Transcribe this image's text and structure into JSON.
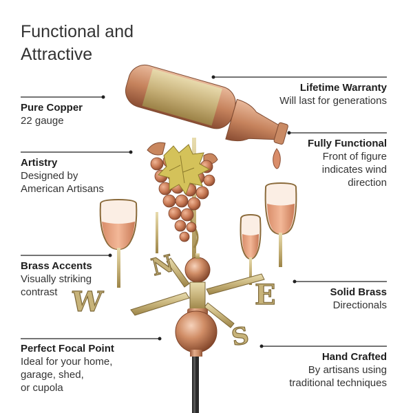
{
  "title": {
    "line1": "Functional and",
    "line2": "Attractive"
  },
  "features": {
    "lifetime_warranty": {
      "title": "Lifetime Warranty",
      "desc": [
        "Will last for generations"
      ]
    },
    "pure_copper": {
      "title": "Pure Copper",
      "desc": [
        "22 gauge"
      ]
    },
    "fully_functional": {
      "title": "Fully Functional",
      "desc": [
        "Front of figure",
        "indicates wind",
        "direction"
      ]
    },
    "artistry": {
      "title": "Artistry",
      "desc": [
        "Designed by",
        "American Artisans"
      ]
    },
    "brass_accents": {
      "title": "Brass Accents",
      "desc": [
        "Visually striking",
        "contrast"
      ]
    },
    "solid_brass": {
      "title": "Solid Brass",
      "desc": [
        "Directionals"
      ]
    },
    "perfect_focal_point": {
      "title": "Perfect Focal Point",
      "desc": [
        "Ideal for your home,",
        "garage, shed,",
        "or cupola"
      ]
    },
    "hand_crafted": {
      "title": "Hand Crafted",
      "desc": [
        "By artisans using",
        "traditional techniques"
      ]
    }
  },
  "directionals": {
    "north": "N",
    "south": "S",
    "east": "E",
    "west": "W"
  },
  "colors": {
    "copper": "#c98a64",
    "brass": "#b89a52",
    "leaf": "#d4c25a",
    "line": "#222222"
  }
}
